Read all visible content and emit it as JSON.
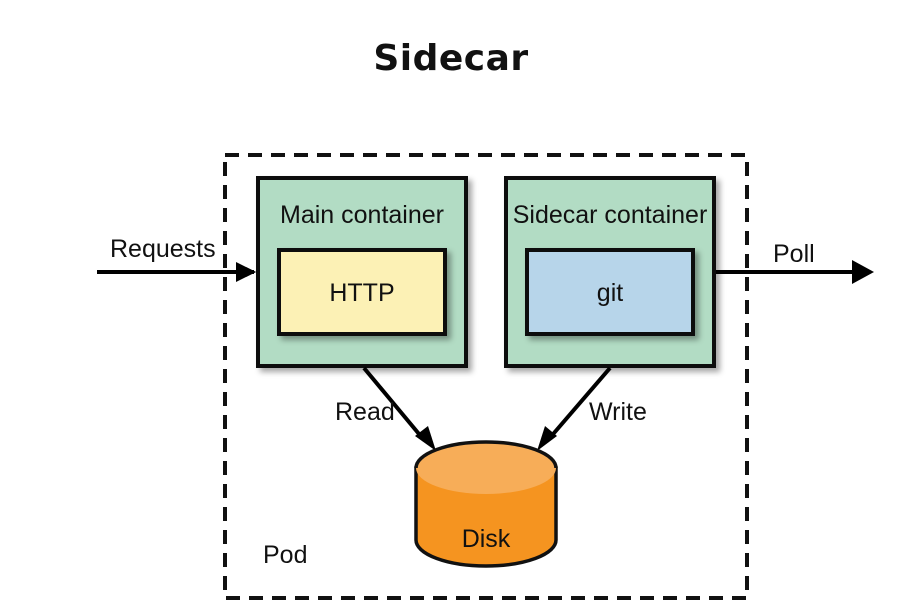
{
  "title": "Sidecar",
  "pod": {
    "label": "Pod"
  },
  "main_container": {
    "label": "Main container",
    "inner": "HTTP",
    "fill": "#b2dcc4",
    "inner_fill": "#fcf1b5"
  },
  "sidecar_container": {
    "label": "Sidecar container",
    "inner": "git",
    "fill": "#b2dcc4",
    "inner_fill": "#b7d5ea"
  },
  "disk": {
    "label": "Disk",
    "fill": "#f59420",
    "top_fill": "#f7ad58"
  },
  "edges": {
    "requests": "Requests",
    "poll": "Poll",
    "read": "Read",
    "write": "Write"
  }
}
